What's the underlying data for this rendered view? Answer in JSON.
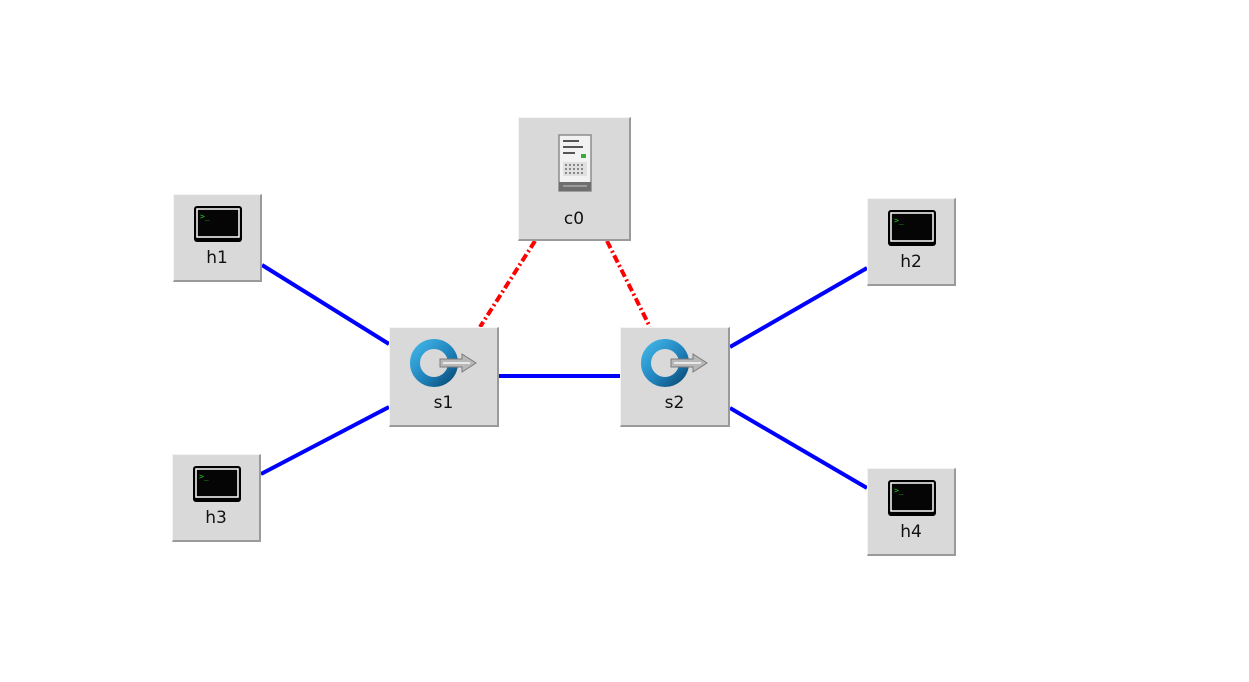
{
  "topology": {
    "nodes": [
      {
        "id": "h1",
        "kind": "host",
        "label": "h1",
        "icon": "terminal-icon"
      },
      {
        "id": "h2",
        "kind": "host",
        "label": "h2",
        "icon": "terminal-icon"
      },
      {
        "id": "h3",
        "kind": "host",
        "label": "h3",
        "icon": "terminal-icon"
      },
      {
        "id": "h4",
        "kind": "host",
        "label": "h4",
        "icon": "terminal-icon"
      },
      {
        "id": "s1",
        "kind": "switch",
        "label": "s1",
        "icon": "switch-icon"
      },
      {
        "id": "s2",
        "kind": "switch",
        "label": "s2",
        "icon": "switch-icon"
      },
      {
        "id": "c0",
        "kind": "controller",
        "label": "c0",
        "icon": "server-icon"
      }
    ],
    "links": [
      {
        "from": "h1",
        "to": "s1",
        "type": "data-link"
      },
      {
        "from": "h3",
        "to": "s1",
        "type": "data-link"
      },
      {
        "from": "s1",
        "to": "s2",
        "type": "data-link"
      },
      {
        "from": "s2",
        "to": "h2",
        "type": "data-link"
      },
      {
        "from": "s2",
        "to": "h4",
        "type": "data-link"
      },
      {
        "from": "c0",
        "to": "s1",
        "type": "control-link"
      },
      {
        "from": "c0",
        "to": "s2",
        "type": "control-link"
      }
    ]
  },
  "colors": {
    "data_link": "#0000ff",
    "control_link": "#ff0000",
    "node_face": "#d9d9d9",
    "canvas": "#ffffff"
  }
}
